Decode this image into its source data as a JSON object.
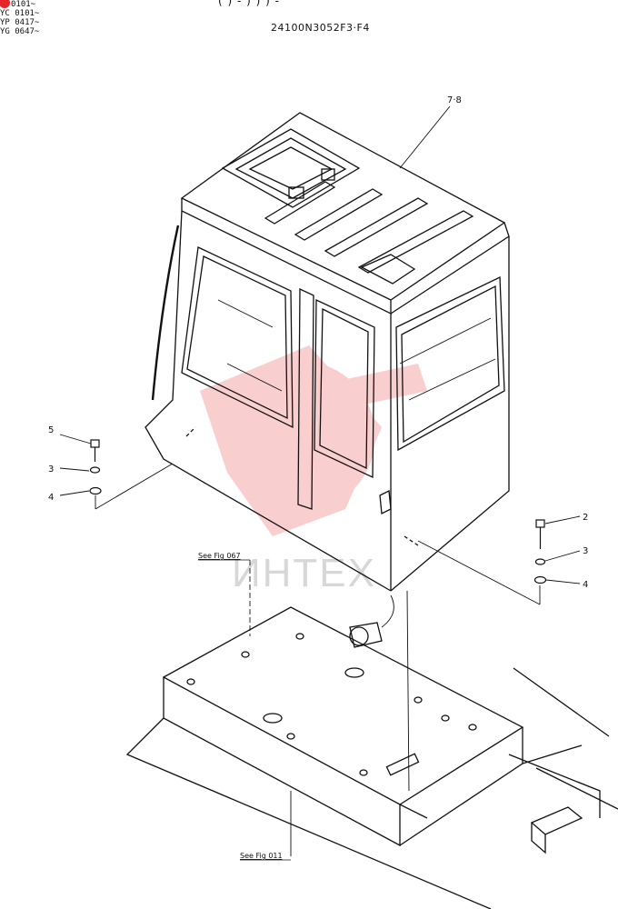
{
  "header": {
    "serials": [
      "0101~",
      "YC 0101~",
      "YP 0417~",
      "YG 0647~"
    ],
    "top_partial_text": "( ) - ) ) ) -",
    "doc_code": "24100N3052F3·F4"
  },
  "callouts": {
    "cab": "7·8",
    "bolt_left": "5",
    "washer_left": "3",
    "plate_left": "4",
    "bolt_right": "2",
    "washer_right": "3",
    "plate_right": "4"
  },
  "references": {
    "fig_upper": "See Fig 067",
    "fig_lower": "See Fig 011"
  },
  "watermark": {
    "text": "ИНТЕХ",
    "color": "#e8242b"
  }
}
